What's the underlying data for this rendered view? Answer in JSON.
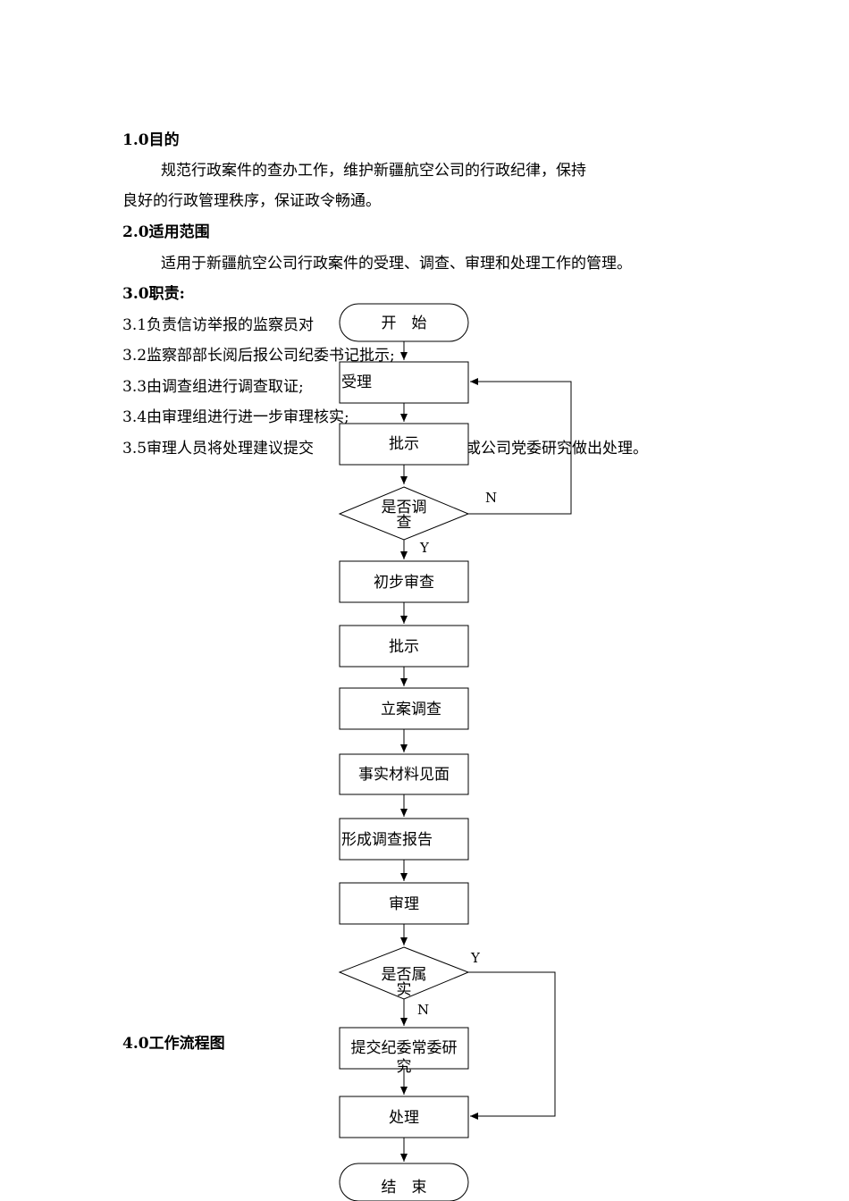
{
  "sections": {
    "purpose": {
      "heading": "1.0目的",
      "line1": "规范行政案件的查办工作，维护新疆航空公司的行政纪律，保持",
      "line2": "良好的行政管理秩序，保证政令畅通。"
    },
    "scope": {
      "heading": "2.0适用范围",
      "line1": "适用于新疆航空公司行政案件的受理、调查、审理和处理工作的管理。"
    },
    "duties": {
      "heading": "3.0职责:",
      "items": [
        "3.1负责信访举报的监察员对",
        "3.2监察部部长阅后报公司纪委书记批示;",
        "3.3由调查组进行调查取证;",
        "3.4由审理组进行进一步审理核实;",
        "3.5审理人员将处理建议提交",
        "或公司党委研究做出处理。"
      ]
    },
    "workflow": {
      "heading": "4.0工作流程图"
    }
  },
  "flowchart": {
    "start": "开　始",
    "accept": "受理",
    "approve1": "批示",
    "decision1": [
      "是否调",
      "查"
    ],
    "decision1_no": "N",
    "decision1_yes": "Y",
    "preliminary_review": "初步审查",
    "approve2": "批示",
    "file_investigation": "立案调查",
    "fact_meeting": "事实材料见面",
    "report": "形成调查报告",
    "trial": "审理",
    "decision2": [
      "是否属",
      "实"
    ],
    "decision2_yes": "Y",
    "decision2_no": "N",
    "submit": [
      "提交纪委常委研",
      "究"
    ],
    "handle": "处理",
    "end": "结　束"
  }
}
